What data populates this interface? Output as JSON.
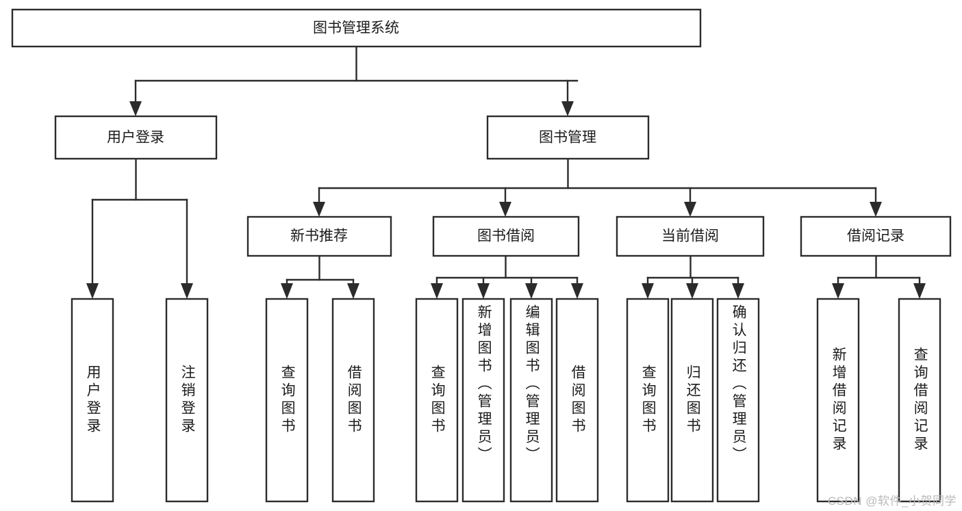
{
  "diagram": {
    "type": "tree-hierarchy",
    "title": "图书管理系统",
    "orientation": "top-down",
    "colors": {
      "stroke": "#2b2b2b",
      "fill": "#ffffff",
      "text": "#1b1b1b",
      "watermark": "#b9b9b9",
      "background": "#ffffff"
    },
    "root": {
      "label": "图书管理系统"
    },
    "level2": [
      {
        "label": "用户登录"
      },
      {
        "label": "图书管理"
      }
    ],
    "level3": [
      {
        "label": "新书推荐"
      },
      {
        "label": "图书借阅"
      },
      {
        "label": "当前借阅"
      },
      {
        "label": "借阅记录"
      }
    ],
    "leaves": {
      "user_login": [
        {
          "label": "用户登录"
        },
        {
          "label": "注销登录"
        }
      ],
      "new_book_recommend": [
        {
          "label": "查询图书"
        },
        {
          "label": "借阅图书"
        }
      ],
      "book_borrow": [
        {
          "label": "查询图书"
        },
        {
          "label": "新增图书（管理员）"
        },
        {
          "label": "编辑图书（管理员）"
        },
        {
          "label": "借阅图书"
        }
      ],
      "current_borrow": [
        {
          "label": "查询图书"
        },
        {
          "label": "归还图书"
        },
        {
          "label": "确认归还（管理员）"
        }
      ],
      "borrow_record": [
        {
          "label": "新增借阅记录"
        },
        {
          "label": "查询借阅记录"
        }
      ]
    }
  },
  "watermark": {
    "text": "CSDN @软件_小贺同学"
  }
}
